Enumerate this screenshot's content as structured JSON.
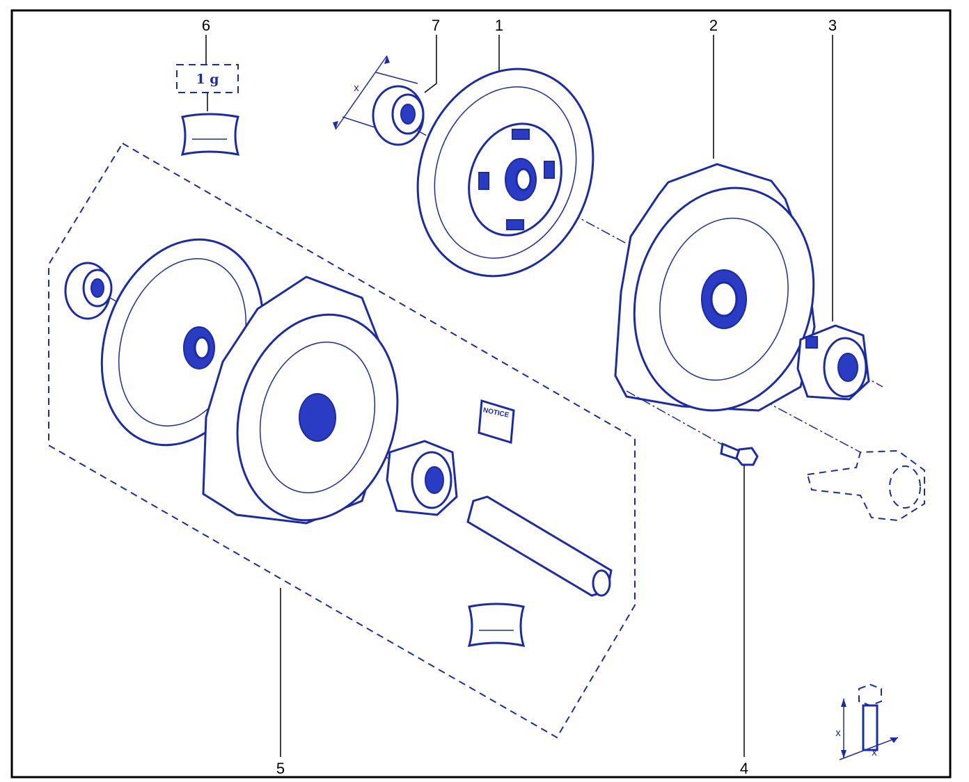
{
  "callouts": {
    "c1": "1",
    "c2": "2",
    "c3": "3",
    "c4": "4",
    "c5": "5",
    "c6": "6",
    "c7": "7"
  },
  "grease_quantity": "1 g",
  "manual_label": "NOTICE",
  "dimension_marker": "x",
  "colors": {
    "ink": "#1b2aa8",
    "border": "#000000",
    "background": "#ffffff"
  }
}
